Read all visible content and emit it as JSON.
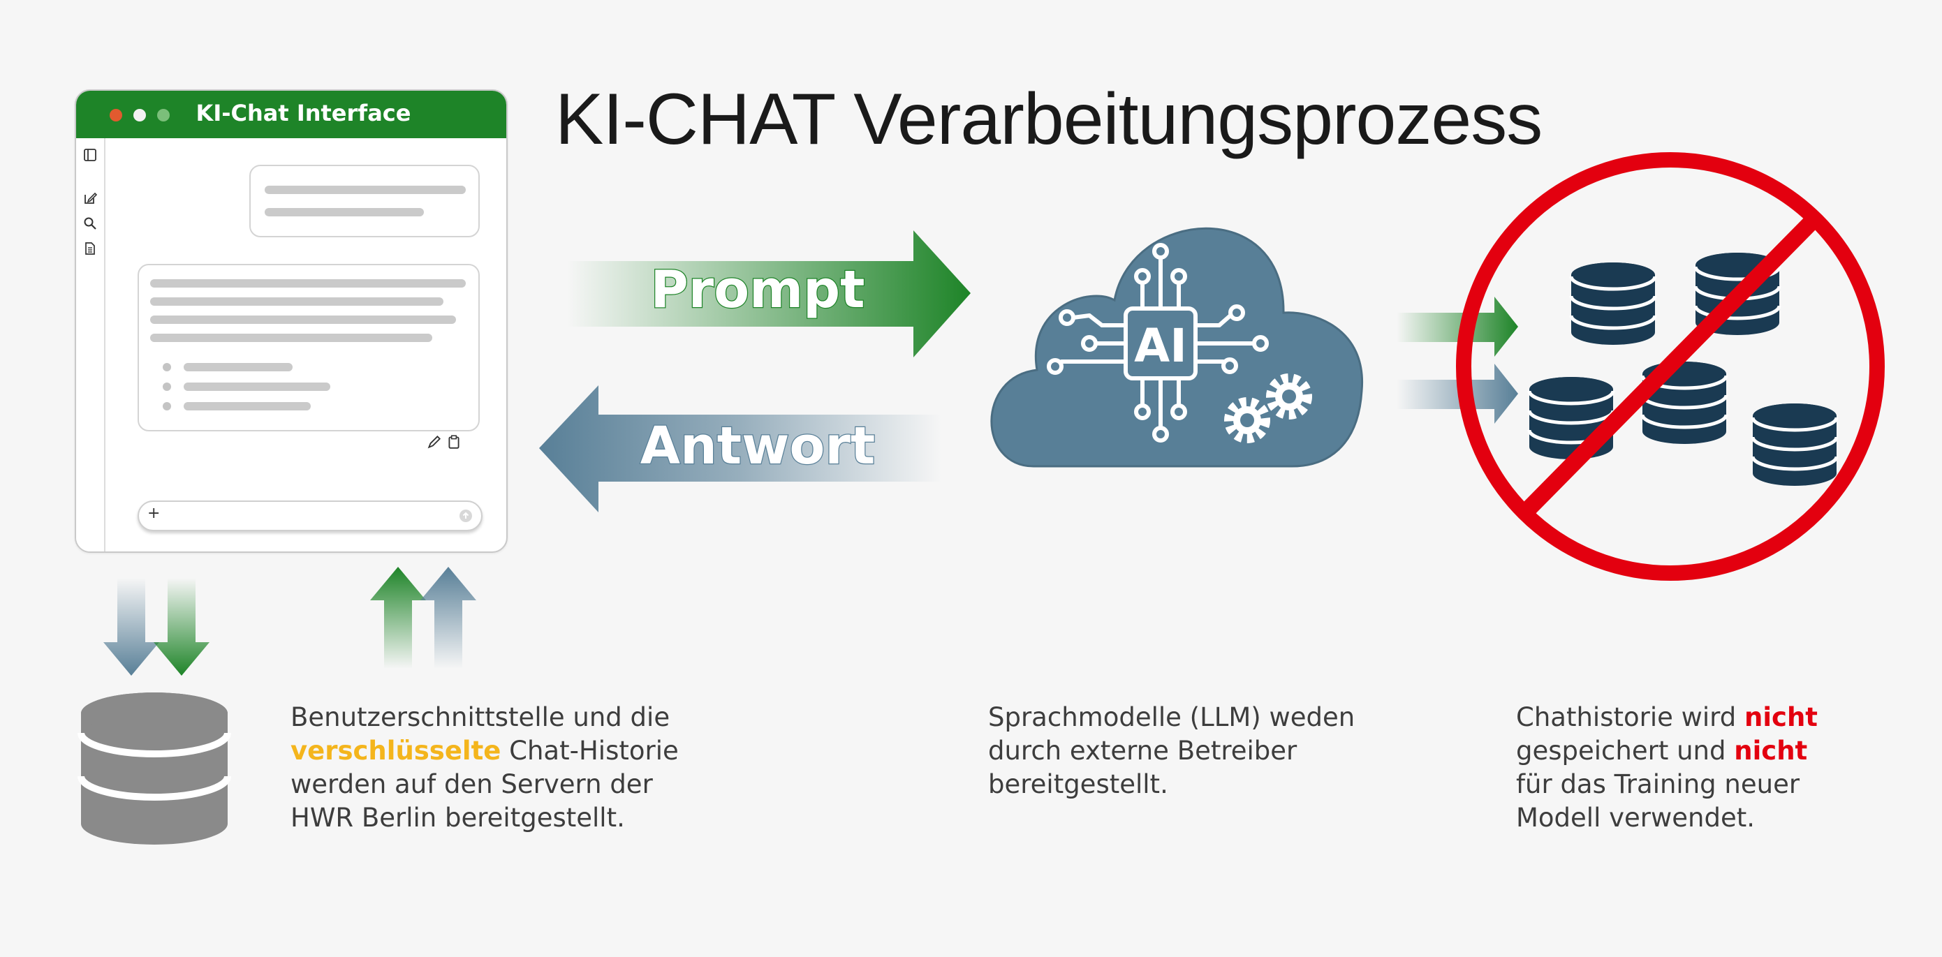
{
  "title": "KI-CHAT Verarbeitungsprozess",
  "chat_window": {
    "title": "KI-Chat Interface",
    "input_plus": "+"
  },
  "arrows": {
    "prompt": "Prompt",
    "answer": "Antwort"
  },
  "cloud": {
    "chip_label": "AI"
  },
  "descriptions": {
    "left": {
      "line1": "Benutzerschnittstelle und die",
      "highlight": "verschlüsselte",
      "line2_rest": " Chat-Historie",
      "line3": "werden auf den Servern der",
      "line4": "HWR Berlin bereitgestellt."
    },
    "middle": {
      "line1": "Sprachmodelle (LLM) weden",
      "line2": "durch externe Betreiber",
      "line3": "bereitgestellt."
    },
    "right": {
      "line1_pre": "Chathistorie wird ",
      "not1": "nicht",
      "line2_pre": "gespeichert und ",
      "not2": "nicht",
      "line3": "für das Training neuer",
      "line4": "Modell verwendet."
    }
  },
  "colors": {
    "green": "#1e8428",
    "blue_gray": "#587f97",
    "navy": "#1a3a52",
    "red": "#e3000f",
    "yellow": "#f4b51c"
  }
}
